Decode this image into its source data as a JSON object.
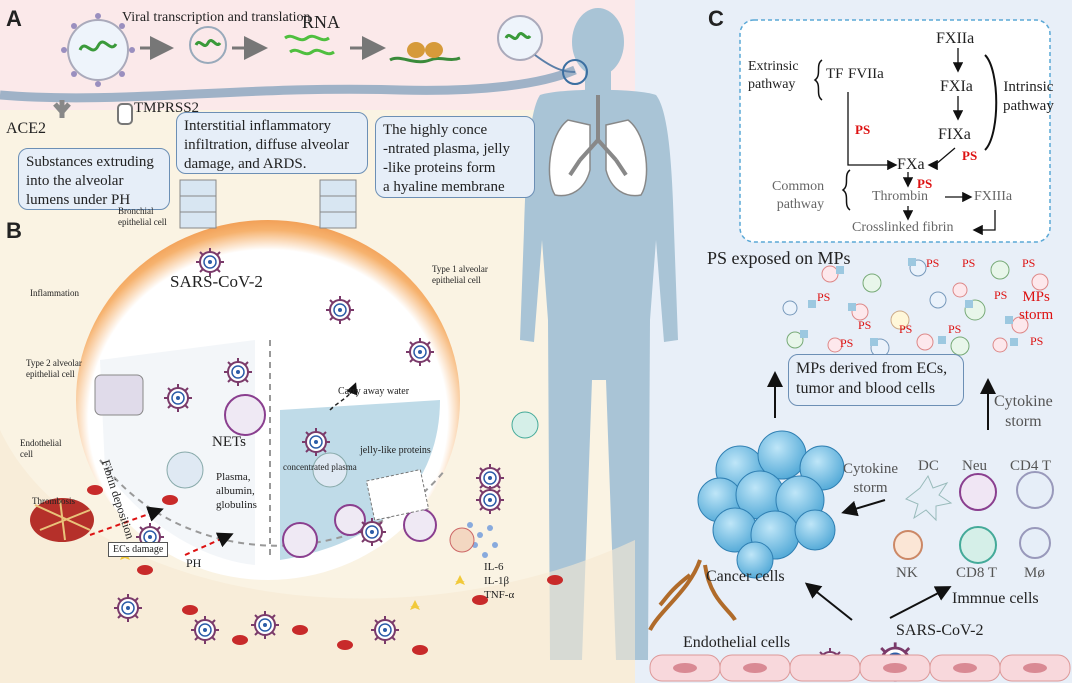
{
  "panels": {
    "a": "A",
    "b": "B",
    "c": "C"
  },
  "panel_a": {
    "viral_step": "Viral transcription and translation",
    "rna": "RNA",
    "ace2": "ACE2",
    "tmprss2": "TMPRSS2",
    "box_substances": [
      "Substances extruding",
      "into the alveolar",
      "lumens under PH"
    ],
    "box_interstitial": [
      "Interstitial inflammatory",
      "infiltration, diffuse alveolar",
      "damage, and ARDS."
    ],
    "box_hyaline": [
      "The highly conce",
      "-ntrated plasma, jelly",
      "-like proteins form",
      "a hyaline membrane"
    ]
  },
  "panel_b": {
    "bronchial": [
      "Bronchial",
      "epithelial cell"
    ],
    "sarscov2": "SARS-CoV-2",
    "type1": [
      "Type 1 alveolar",
      "epithelial cell"
    ],
    "inflammation": "Inflammation",
    "type2": [
      "Type 2 alveolar",
      "epithelial cell"
    ],
    "endothelial": [
      "Endothelial",
      "cell"
    ],
    "carry_water": "Carry away water",
    "nets": "NETs",
    "fibrin": "Fibrin deposition",
    "plasma": [
      "Plasma,",
      "albumin,",
      "globulins"
    ],
    "concentrated": "concentrated plasma",
    "jelly": "jelly-like proteins",
    "thrombosis": "Thrombosis",
    "ecs_damage": "ECs damage",
    "ph": "PH",
    "cytokines": [
      "IL-6",
      "IL-1β",
      "TNF-α"
    ]
  },
  "panel_c": {
    "extrinsic": [
      "Extrinsic",
      "pathway"
    ],
    "tf": "TF",
    "fviia": "FVIIa",
    "fxiia": "FXIIa",
    "fxia": "FXIa",
    "fixa": "FIXa",
    "intrinsic": [
      "Intrinsic",
      "pathway"
    ],
    "ps": "PS",
    "fxa": "FXa",
    "common": [
      "Common",
      "pathway"
    ],
    "thrombin": "Thrombin",
    "fxiiia": "FXIIIa",
    "crosslinked": "Crosslinked fibrin",
    "ps_exposed": "PS exposed on MPs",
    "mps_storm": [
      "MPs",
      "storm"
    ],
    "mps_derived": [
      "MPs derived from ECs,",
      "tumor and blood cells"
    ],
    "cytokine_storm_right": [
      "Cytokine",
      "storm"
    ],
    "cytokine_storm_left": [
      "Cytokine",
      "storm"
    ],
    "dc": "DC",
    "neu": "Neu",
    "cd4": "CD4 T",
    "nk": "NK",
    "cd8": "CD8 T",
    "mo": "Mø",
    "cancer_cells": "Cancer cells",
    "immune_cells": "Immnue cells",
    "sarscov2": "SARS-CoV-2",
    "endothelial": "Endothelial cells"
  },
  "colors": {
    "ps_red": "#dd1111",
    "panel_a_bg": "#fbe9ea",
    "panel_b_bg": "#faf3e3",
    "panel_c_bg": "#e8eff8",
    "body_silhouette": "#a9c4d6",
    "box_fill": "#e6eef8",
    "box_border": "#6c8fb5"
  }
}
